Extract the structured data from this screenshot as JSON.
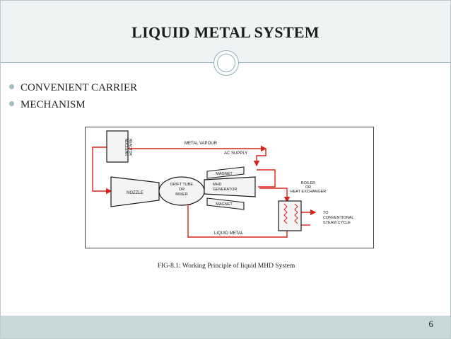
{
  "slide": {
    "title": "LIQUID METAL SYSTEM",
    "bullets": [
      "CONVENIENT CARRIER",
      "MECHANISM"
    ],
    "caption": "FIG-8.1: Working Principle of liquid MHD System",
    "page_number": "6"
  },
  "diagram": {
    "reactor_line1": "NUCLEAR",
    "reactor_line2": "REACTOR",
    "metal_vapour": "METAL VAPOUR",
    "ac_supply": "AC SUPPLY",
    "magnet_top": "MAGNET",
    "magnet_bottom": "MAGNET",
    "nozzle": "NOZZLE",
    "drift_line1": "DRIFT TUBE",
    "drift_line2": "OR",
    "drift_line3": "MIXER",
    "mhd_line1": "MHD",
    "mhd_line2": "GENERATOR",
    "boiler_line1": "BOILER",
    "boiler_line2": "OR",
    "boiler_line3": "HEAT EXCHANGER",
    "to_line1": "TO",
    "to_line2": "CONVENTIONAL",
    "to_line3": "STEAM CYCLE",
    "liquid_metal": "LIQUID METAL",
    "colors": {
      "flow": "#d9231c",
      "outline": "#1a1a1a",
      "fill": "#f4f4f4"
    }
  },
  "theme": {
    "accent": "#8fb3b9",
    "band": "#eef3f4",
    "footer": "#c6d8db"
  }
}
